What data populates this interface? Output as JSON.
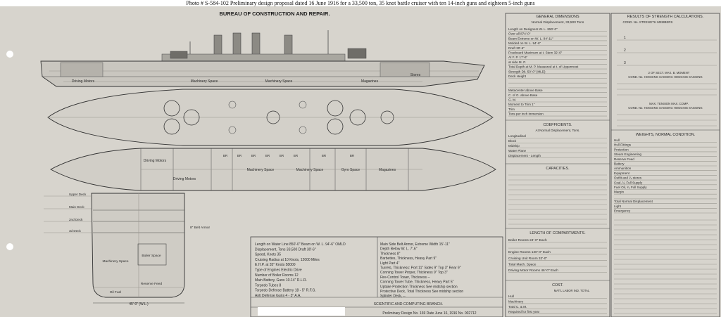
{
  "caption": "Photo # S-584-102     Preliminary design proposal dated 16 June 1916 for a 33,500 ton, 35 knot battle cruiser with ten 14-inch guns and eighteen 5-inch guns",
  "drawing": {
    "bureau": "BUREAU OF CONSTRUCTION AND REPAIR.",
    "profile_labels": [
      "Driving Motors",
      "Machinery Space",
      "Machinery Space",
      "Magazines",
      "Stores"
    ],
    "plan_labels": [
      "Driving Motors",
      "Driving Motors",
      "Machinery Space",
      "Machinery Space",
      "Gyro Space",
      "Magazines",
      "BR",
      "BR",
      "BR",
      "BR",
      "BR",
      "BR",
      "BR",
      "BR"
    ],
    "section_labels": [
      "Upper Deck",
      "Main Deck",
      "2nd Deck",
      "3d Deck",
      "Machinery Space",
      "Boiler Space",
      "Reserve Feed",
      "Oil Fuel",
      "8\" Belt Armor"
    ],
    "beam_dim": "45'-0\" (W.L.)"
  },
  "particulars": {
    "col1": [
      "Length on Water Line 850'-0\"     Beam on W. L. 94'-6\" OMLD",
      "Displacement, Tons   33,500          Draft   30'-6\"",
      "Speed, Knots   35",
      "Cruising Radius at   10   Knots,   12000          Miles",
      "E.H.P. at   35\"       Knots   58000",
      "Type of Engines       Electric   Drive",
      "Number of Boiler Rooms   12",
      "Main Battery, Guns     10-14\"  R.L.R.",
      "          Torpedo Tubes   8",
      "Torpedo Defense Battery     18 - 5\" R.F.G.",
      "Anti Defense Guns     4 - 3\"  A.A."
    ],
    "col2": [
      "Main Side Belt Armor, Extreme Width    15'-11\"",
      "          Depth Below W. L.   7'-6\"",
      "          Thickness    8\"",
      "Barbettes, Thickness, Heavy Part    9\"",
      "          Light Part    4\"",
      "Turrets, Thickness: Port  11\"  Sides  9\"  Top  3\"  Rear  9\"",
      "Conning Tower Proper, Thickness   9\"     Top  3\"",
      "Fire-Control Tower, Thickness   --",
      "Conning Tower Tube, Thickness, Heavy Part   5\"",
      "Uptake Protection Thickness  See midship section",
      "Protective Deck, Total Thickness  See midship section",
      "Splinter Deck,   --"
    ],
    "branch": "SCIENTIFIC AND COMPUTING BRANCH.",
    "prelim": "Preliminary Design No.   169      Date   June 16, 1916   No. 002712"
  },
  "dimensions": {
    "title": "GENERAL DIMENSIONS",
    "normal_disp": "Normal Displacement,  33,500  Tons",
    "rows": [
      "Length on Designers W. L.   850'-0\"",
      "          Over all   874'-0\"",
      "Beam Extreme on W. L.   94'-11\"",
      "          Molded on W. L.   94'-6\"",
      "Draft   30'-6\"",
      "Freeboard Maximum at t. Stem   32'-6\"",
      "          At F. P.   17'-6\"",
      "          at side   M. P.",
      "Total Depth at M. P. Measured at t. of Uppermost",
      "   Strength Dk.   50'-0\" (MLD)",
      "Deck Height",
      "",
      "",
      "Metacenter above Base",
      "C. of G. above Base",
      "G. M.",
      "Moment to Trim 1\"",
      "Trim",
      "Tons per inch immersion"
    ]
  },
  "coefficients": {
    "title": "COEFFICIENTS.",
    "sub": "At Normal Displacement,                   Tons.",
    "rows": [
      "Longitudinal",
      "Block",
      "Midship",
      "Water Plane",
      "Displacement - Length"
    ]
  },
  "capacities": {
    "title": "CAPACITIES."
  },
  "compartments": {
    "title": "LENGTH OF COMPARTMENTS.",
    "rows": [
      "Boiler Rooms   24'-0\"  Each",
      "",
      "Engine Rooms   120'-0\"  Each",
      "Cruising Unit Room   32'-0\"",
      "Total Mach. Space",
      "Driving Motor Rooms  46'-0\"  Each"
    ]
  },
  "cost": {
    "title": "COST.",
    "header": "MAT'L   LABOR  IND.  TOTAL",
    "rows": [
      "Hull",
      "Machinery",
      "Total C. & M.",
      "Required for first year"
    ]
  },
  "strength": {
    "title": "RESULTS OF STRENGTH CALCULATIONS.",
    "header": "COND. No.          STRENGTH MEMBERS",
    "conds": [
      "1",
      "2",
      "3"
    ],
    "sub1": "2 OF SECT.          MAX. B. MOMENT",
    "sub1b": "COND. No.  HOGGING  SAGGING  HOGGING  SAGGING",
    "sub2": "MAX. TENSION          MAX. COMP.",
    "sub2b": "COND. No.  HOGGING  SAGGING  HOGGING  SAGGING"
  },
  "weights": {
    "title": "WEIGHTS, NORMAL CONDITION.",
    "rows": [
      "Hull",
      "Hull Fittings",
      "Protection",
      "Steam Engineering",
      "Reserve Feed",
      "Battery",
      "Ammunition",
      "Equipment",
      "Outfit and ¹⁄₃ stores",
      "Coal, ¹⁄₃ Full Supply",
      "Fuel Oil, ¹⁄₃ Full Supply",
      "Margin",
      "",
      "Total Normal Displacement",
      "     Light",
      "     Emergency"
    ]
  }
}
